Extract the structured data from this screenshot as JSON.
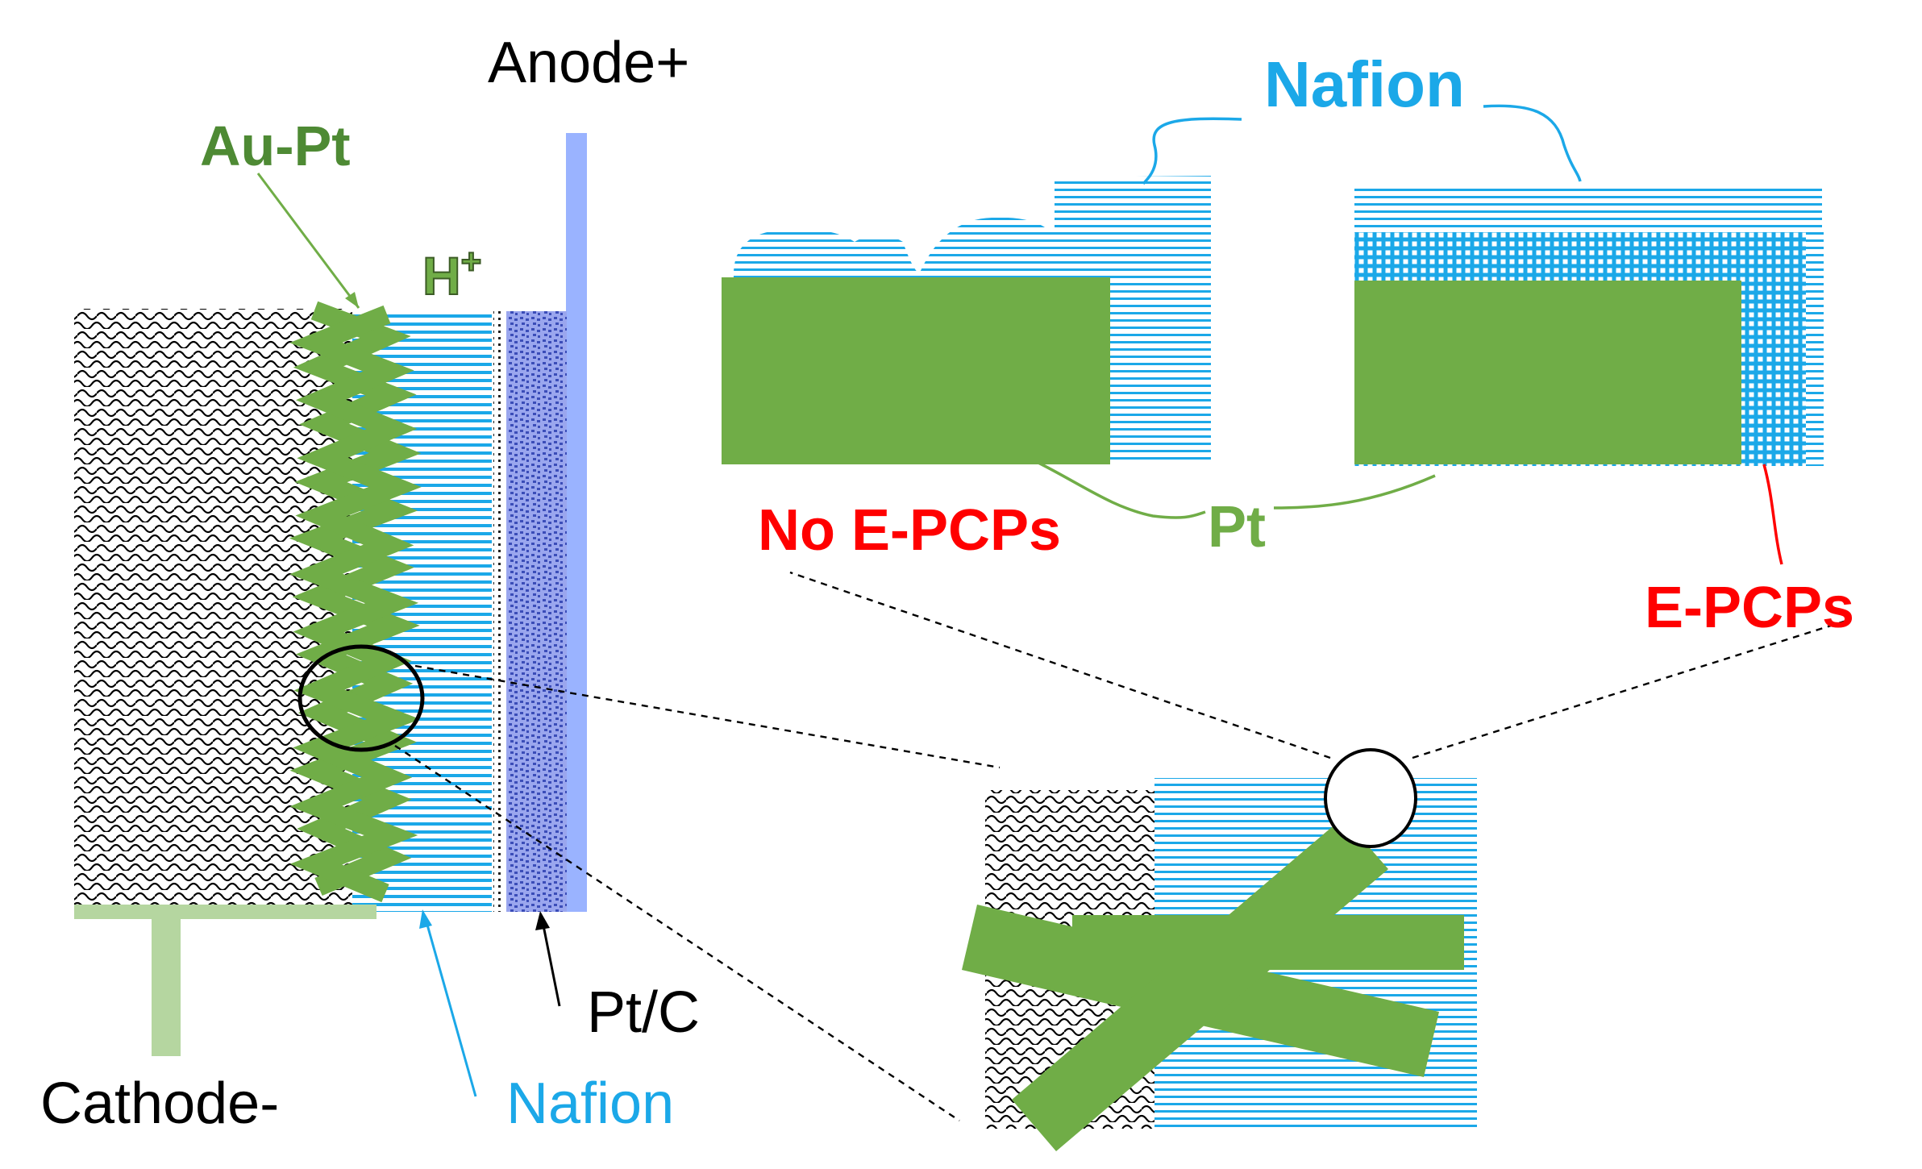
{
  "labels": {
    "anode": "Anode+",
    "cathode": "Cathode-",
    "au_pt": "Au-Pt",
    "h_plus": "H",
    "h_plus_sup": "+",
    "nafion_membrane": "Nafion",
    "pt_c": "Pt/C",
    "nafion_top": "Nafion",
    "pt": "Pt",
    "no_epcps": "No E-PCPs",
    "epcps": "E-PCPs"
  },
  "colors": {
    "nafion_blue": "#1ba8e8",
    "catalyst_green": "#70ad47",
    "light_green": "#b5d6a0",
    "electrode_blue": "#9ab3ff",
    "ptc_blue": "#4f62c9",
    "epcps_red": "#ff0000",
    "black": "#000000"
  }
}
